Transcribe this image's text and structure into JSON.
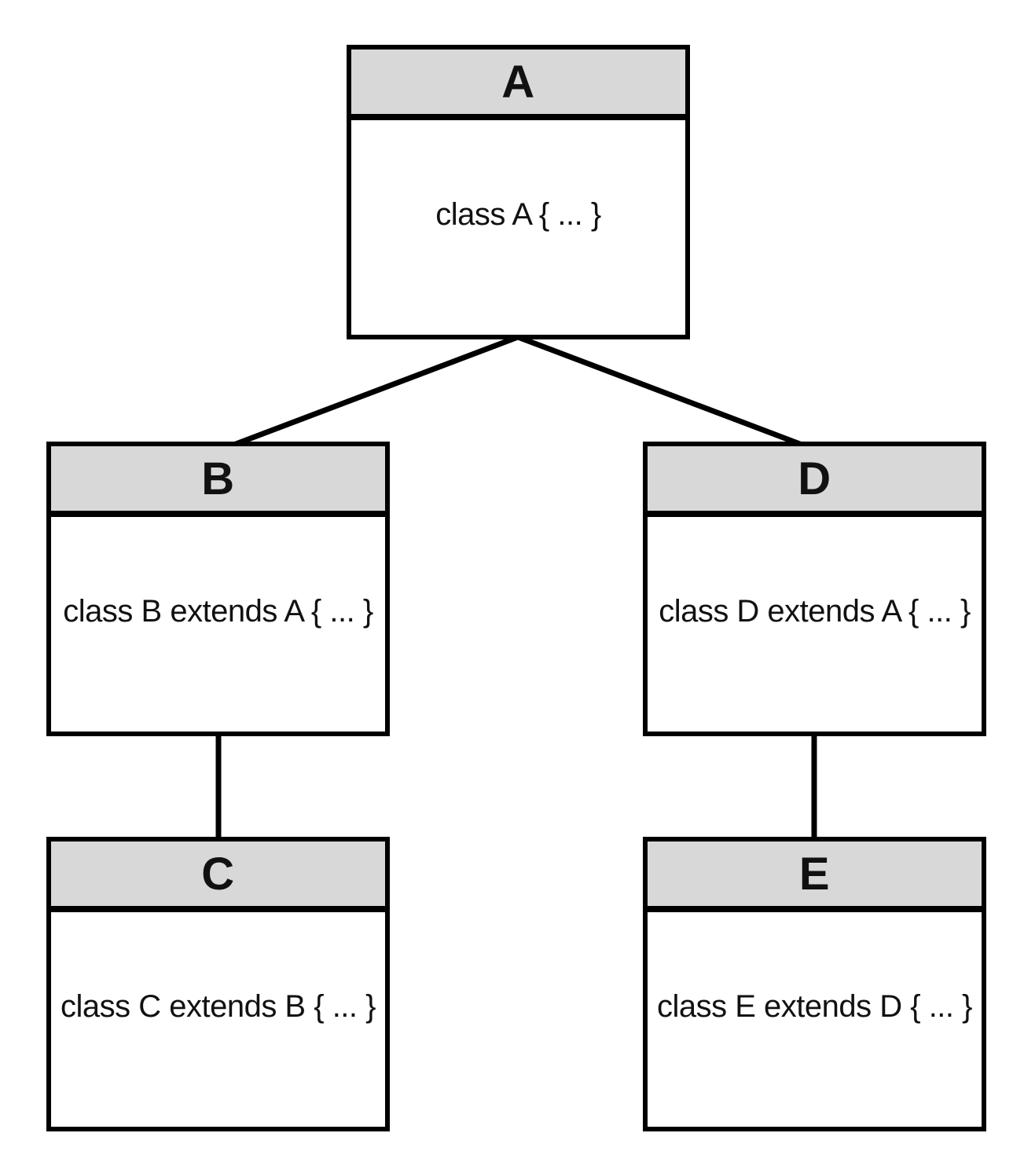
{
  "diagram": {
    "title": "class-inheritance-hierarchy",
    "colors": {
      "header_fill": "#d8d8d8",
      "border": "#000000",
      "background": "#ffffff",
      "text": "#111111"
    },
    "classes": [
      {
        "name": "A",
        "code": "class A { ... }"
      },
      {
        "name": "B",
        "code": "class B extends A { ... }"
      },
      {
        "name": "C",
        "code": "class C extends B { ... }"
      },
      {
        "name": "D",
        "code": "class D extends A { ... }"
      },
      {
        "name": "E",
        "code": "class E extends D { ... }"
      }
    ],
    "relations": [
      {
        "from": "B",
        "to": "A",
        "type": "extends"
      },
      {
        "from": "D",
        "to": "A",
        "type": "extends"
      },
      {
        "from": "C",
        "to": "B",
        "type": "extends"
      },
      {
        "from": "E",
        "to": "D",
        "type": "extends"
      }
    ]
  }
}
